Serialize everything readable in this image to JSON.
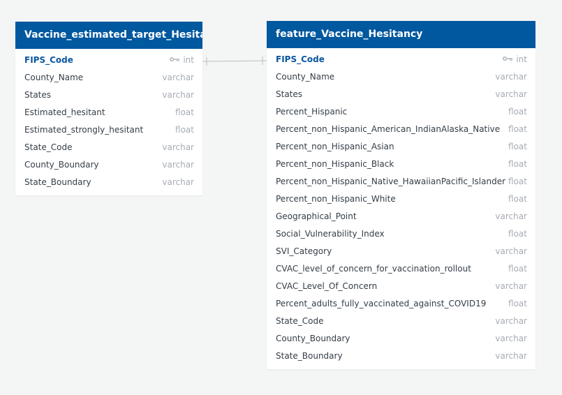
{
  "tables": [
    {
      "name": "Vaccine_estimated_target_Hesitancy",
      "columns": [
        {
          "name": "FIPS_Code",
          "type": "int",
          "primary_key": true
        },
        {
          "name": "County_Name",
          "type": "varchar"
        },
        {
          "name": "States",
          "type": "varchar"
        },
        {
          "name": "Estimated_hesitant",
          "type": "float"
        },
        {
          "name": "Estimated_strongly_hesitant",
          "type": "float"
        },
        {
          "name": "State_Code",
          "type": "varchar"
        },
        {
          "name": "County_Boundary",
          "type": "varchar"
        },
        {
          "name": "State_Boundary",
          "type": "varchar"
        }
      ]
    },
    {
      "name": "feature_Vaccine_Hesitancy",
      "columns": [
        {
          "name": "FIPS_Code",
          "type": "int",
          "primary_key": true
        },
        {
          "name": "County_Name",
          "type": "varchar"
        },
        {
          "name": "States",
          "type": "varchar"
        },
        {
          "name": "Percent_Hispanic",
          "type": "float"
        },
        {
          "name": "Percent_non_Hispanic_American_IndianAlaska_Native",
          "type": "float"
        },
        {
          "name": "Percent_non_Hispanic_Asian",
          "type": "float"
        },
        {
          "name": "Percent_non_Hispanic_Black",
          "type": "float"
        },
        {
          "name": "Percent_non_Hispanic_Native_HawaiianPacific_Islander",
          "type": "float"
        },
        {
          "name": "Percent_non_Hispanic_White",
          "type": "float"
        },
        {
          "name": "Geographical_Point",
          "type": "varchar"
        },
        {
          "name": "Social_Vulnerability_Index",
          "type": "float"
        },
        {
          "name": "SVI_Category",
          "type": "varchar"
        },
        {
          "name": "CVAC_level_of_concern_for_vaccination_rollout",
          "type": "float"
        },
        {
          "name": "CVAC_Level_Of_Concern",
          "type": "varchar"
        },
        {
          "name": "Percent_adults_fully_vaccinated_against_COVID19",
          "type": "float"
        },
        {
          "name": "State_Code",
          "type": "varchar"
        },
        {
          "name": "County_Boundary",
          "type": "varchar"
        },
        {
          "name": "State_Boundary",
          "type": "varchar"
        }
      ]
    }
  ],
  "relationship": {
    "from_table": "Vaccine_estimated_target_Hesitancy",
    "from_column": "FIPS_Code",
    "to_table": "feature_Vaccine_Hesitancy",
    "to_column": "FIPS_Code",
    "cardinality": "one-to-one"
  },
  "colors": {
    "header_bg": "#00589f",
    "primary_key_text": "#0a57a0",
    "type_text": "#a6acb3",
    "connector": "#b8bec4",
    "canvas_bg": "#f4f5f5"
  },
  "icons": {
    "primary_key": "key-icon"
  }
}
